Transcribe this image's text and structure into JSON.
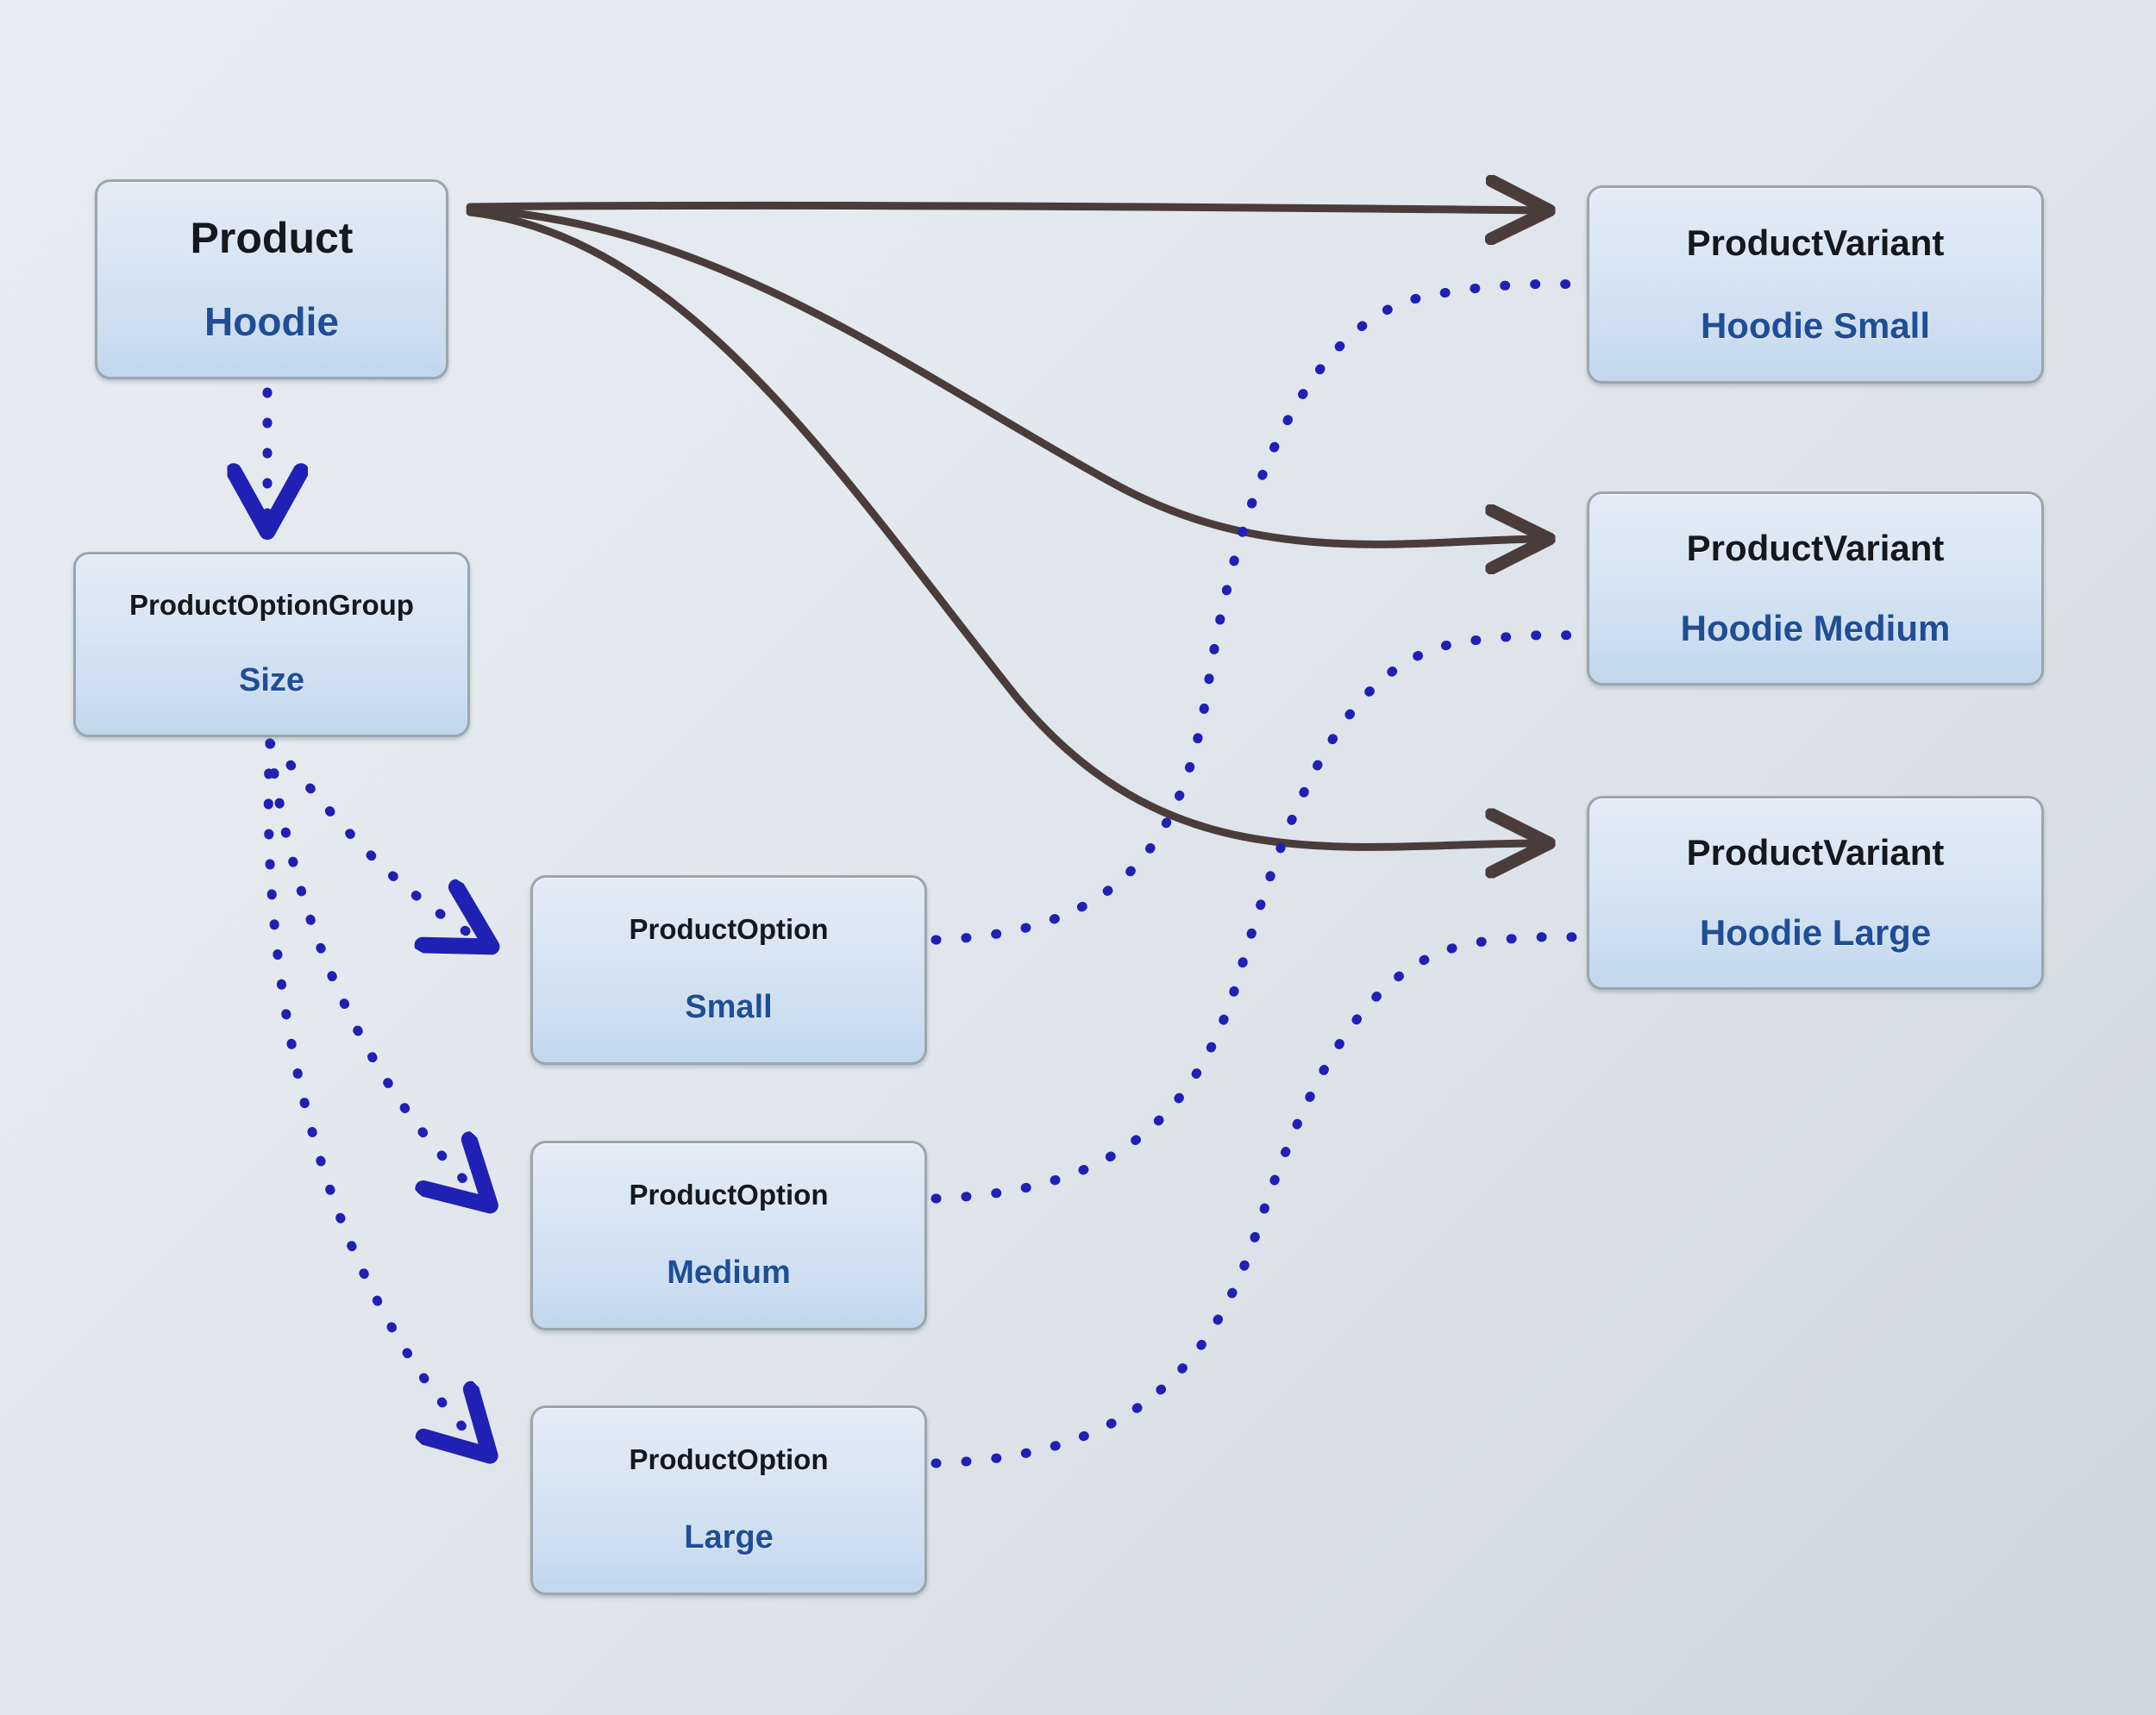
{
  "diagram": {
    "title": "Product option / variant relationship diagram",
    "background_from": "#e7ecf1",
    "background_to": "#ccd6dd",
    "solid_edge_color": "#4a3c3a",
    "dotted_edge_color": "#2020b4",
    "node_border_color": "#9aa5ad",
    "node_type_color": "#14181f",
    "node_name_color": "#1f4e96"
  },
  "nodes": {
    "product": {
      "type": "Product",
      "name": "Hoodie"
    },
    "option_group": {
      "type": "ProductOptionGroup",
      "name": "Size"
    },
    "options": [
      {
        "type": "ProductOption",
        "name": "Small"
      },
      {
        "type": "ProductOption",
        "name": "Medium"
      },
      {
        "type": "ProductOption",
        "name": "Large"
      }
    ],
    "variants": [
      {
        "type": "ProductVariant",
        "name": "Hoodie Small"
      },
      {
        "type": "ProductVariant",
        "name": "Hoodie Medium"
      },
      {
        "type": "ProductVariant",
        "name": "Hoodie Large"
      }
    ]
  },
  "edges": [
    {
      "style": "solid",
      "from": "product",
      "to": "variant-hoodie-small"
    },
    {
      "style": "solid",
      "from": "product",
      "to": "variant-hoodie-medium"
    },
    {
      "style": "solid",
      "from": "product",
      "to": "variant-hoodie-large"
    },
    {
      "style": "dotted",
      "from": "product",
      "to": "option-group-size"
    },
    {
      "style": "dotted",
      "from": "option-group-size",
      "to": "option-small"
    },
    {
      "style": "dotted",
      "from": "option-group-size",
      "to": "option-medium"
    },
    {
      "style": "dotted",
      "from": "option-group-size",
      "to": "option-large"
    },
    {
      "style": "dotted",
      "from": "option-small",
      "to": "variant-hoodie-small"
    },
    {
      "style": "dotted",
      "from": "option-medium",
      "to": "variant-hoodie-medium"
    },
    {
      "style": "dotted",
      "from": "option-large",
      "to": "variant-hoodie-large"
    }
  ]
}
